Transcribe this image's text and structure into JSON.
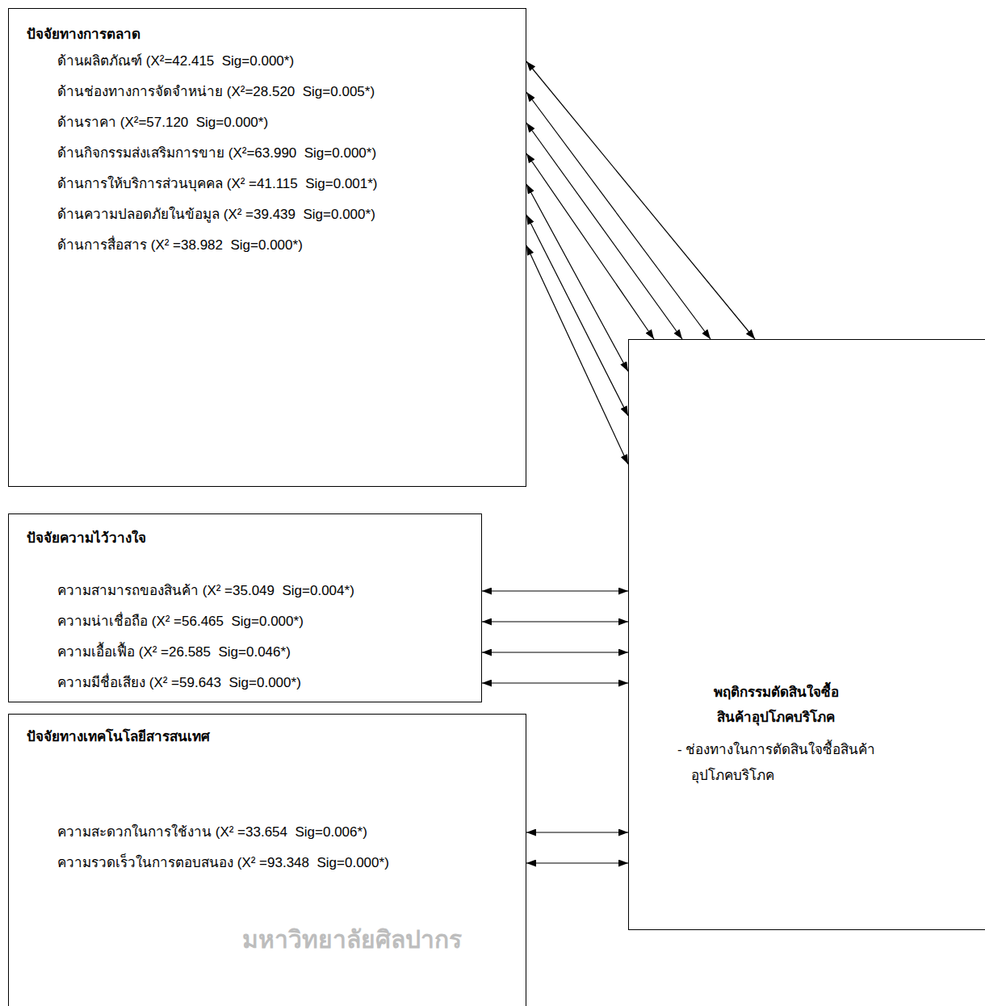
{
  "diagram": {
    "nodes": [
      {
        "text": [
          "ปัจจัยทางการตลาด",
          "ด้านผลิตภัณฑ์ (X²=42.415  Sig=0.000*)",
          "ด้านช่องทางการจัดจำหน่าย (X²=28.520  Sig=0.005*)",
          "ด้านราคา (X²=57.120  Sig=0.000*)",
          "ด้านกิจกรรมส่งเสริมการขาย (X²=63.990  Sig=0.000*)",
          "ด้านการให้บริการส่วนบุคคล (X² =41.115  Sig=0.001*)",
          "ด้านความปลอดภัยในข้อมูล (X² =39.439  Sig=0.000*)",
          "ด้านการสื่อสาร (X² =38.982  Sig=0.000*)"
        ]
      },
      {
        "text": [
          "ปัจจัยความไว้วางใจ",
          "ความสามารถของสินค้า (X² =35.049  Sig=0.004*)",
          "ความน่าเชื่อถือ (X² =56.465  Sig=0.000*)",
          "ความเอื้อเฟื้อ (X² =26.585  Sig=0.046*)",
          "ความมีชื่อเสียง (X² =59.643  Sig=0.000*)"
        ]
      },
      {
        "text": [
          "ปัจจัยทางเทคโนโลยีสารสนเทศ",
          "ความสะดวกในการใช้งาน (X² =33.654  Sig=0.006*)",
          "ความรวดเร็วในการตอบสนอง (X² =93.348  Sig=0.000*)"
        ]
      },
      {
        "text": [
          "พฤติกรรมตัดสินใจซื้อ สินค้าอุปโภคบริโภค",
          "- ช่องทางในการตัดสินใจซื้อสินค้า อุปโภคบริโภค"
        ]
      }
    ],
    "edges": [
      {
        "from": 0,
        "to": 3,
        "arrow": "both"
      },
      {
        "from": 0,
        "to": 3,
        "arrow": "both"
      },
      {
        "from": 0,
        "to": 3,
        "arrow": "both"
      },
      {
        "from": 0,
        "to": 3,
        "arrow": "both"
      },
      {
        "from": 0,
        "to": 3,
        "arrow": "both"
      },
      {
        "from": 0,
        "to": 3,
        "arrow": "both"
      },
      {
        "from": 0,
        "to": 3,
        "arrow": "both"
      },
      {
        "from": 1,
        "to": 3,
        "arrow": "both"
      },
      {
        "from": 1,
        "to": 3,
        "arrow": "both"
      },
      {
        "from": 1,
        "to": 3,
        "arrow": "both"
      },
      {
        "from": 1,
        "to": 3,
        "arrow": "both"
      },
      {
        "from": 2,
        "to": 3,
        "arrow": "both"
      },
      {
        "from": 2,
        "to": 3,
        "arrow": "both"
      }
    ],
    "labels": [
      "มหาวิทยาลัยศิลปากร"
    ]
  }
}
